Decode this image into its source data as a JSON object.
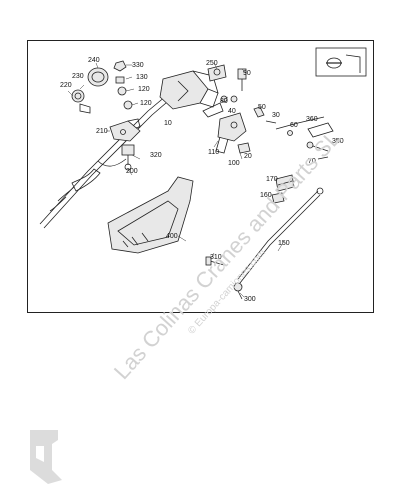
{
  "diagram": {
    "part_labels": [
      {
        "id": "p240",
        "text": "240"
      },
      {
        "id": "p230",
        "text": "230"
      },
      {
        "id": "p220",
        "text": "220"
      },
      {
        "id": "p330",
        "text": "330"
      },
      {
        "id": "p130",
        "text": "130"
      },
      {
        "id": "p120a",
        "text": "120"
      },
      {
        "id": "p120b",
        "text": "120"
      },
      {
        "id": "p250",
        "text": "250"
      },
      {
        "id": "p90",
        "text": "90"
      },
      {
        "id": "p80",
        "text": "80"
      },
      {
        "id": "p40",
        "text": "40"
      },
      {
        "id": "p50",
        "text": "50"
      },
      {
        "id": "p30",
        "text": "30"
      },
      {
        "id": "p60",
        "text": "60"
      },
      {
        "id": "p360",
        "text": "360"
      },
      {
        "id": "p10",
        "text": "10"
      },
      {
        "id": "p210",
        "text": "210"
      },
      {
        "id": "p320",
        "text": "320"
      },
      {
        "id": "p200",
        "text": "200"
      },
      {
        "id": "p110",
        "text": "110"
      },
      {
        "id": "p100",
        "text": "100"
      },
      {
        "id": "p20",
        "text": "20"
      },
      {
        "id": "p350",
        "text": "350"
      },
      {
        "id": "p70",
        "text": "70"
      },
      {
        "id": "p170",
        "text": "170"
      },
      {
        "id": "p160",
        "text": "160"
      },
      {
        "id": "p400",
        "text": "400"
      },
      {
        "id": "p150",
        "text": "150"
      },
      {
        "id": "p310",
        "text": "310"
      },
      {
        "id": "p300",
        "text": "300"
      }
    ]
  },
  "watermark": {
    "main": "Las Colinas Cranes and Parts SL",
    "sub": "© Europa-camiones.com"
  },
  "colors": {
    "line": "#222222",
    "watermark": "#d2d2d2"
  }
}
